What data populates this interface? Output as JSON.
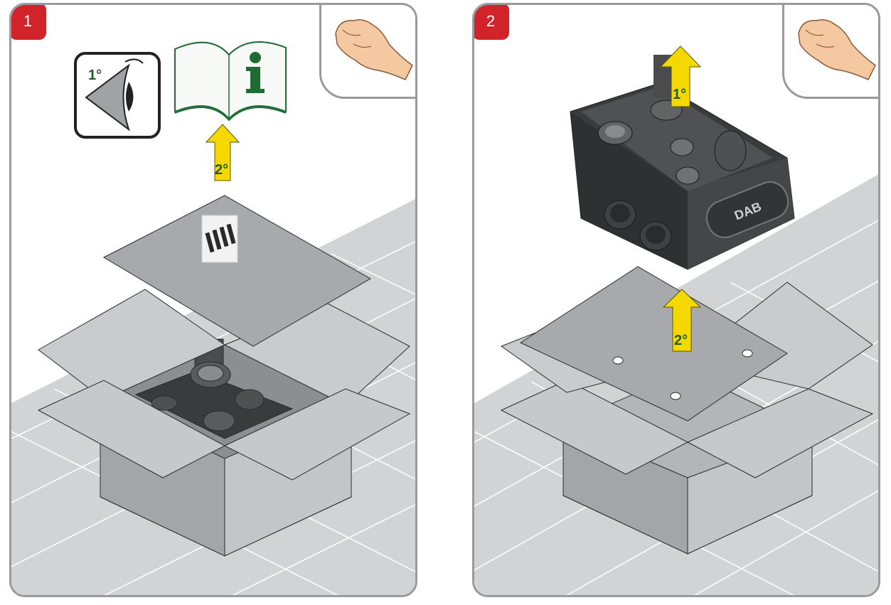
{
  "steps": [
    {
      "number": "1",
      "eye_label": "1°",
      "arrow_label": "2°"
    },
    {
      "number": "2",
      "arrow_top_label": "1°",
      "arrow_bottom_label": "2°",
      "brand_logo_text": "DAB"
    }
  ],
  "colors": {
    "badge": "#d1232a",
    "arrow_fill": "#f5d800",
    "arrow_text": "#1e5a2a",
    "manual_green": "#1e6b35",
    "floor": "#d2d3d4",
    "cardboard": "#a7a9ac",
    "device": "#3a3b3d"
  },
  "icons": [
    "hand-icon",
    "eye-icon",
    "manual-info-icon",
    "arrow-up-icon",
    "accessory-bag-icon"
  ]
}
